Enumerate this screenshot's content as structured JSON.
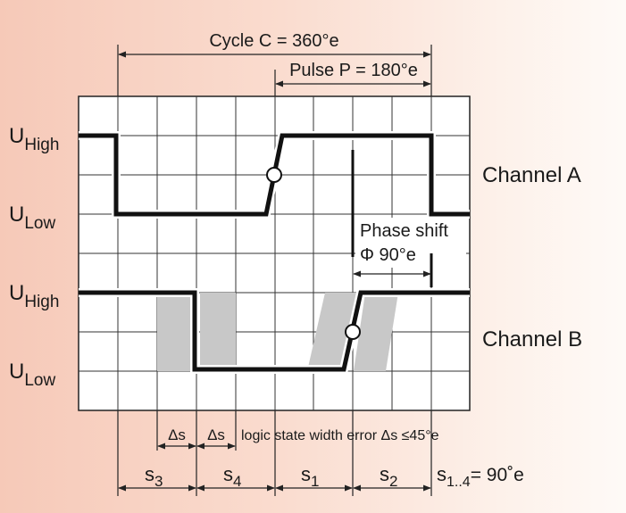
{
  "labels": {
    "cycle": "Cycle C = 360°e",
    "pulse": "Pulse P = 180°e",
    "channel_a": "Channel A",
    "channel_b": "Channel B",
    "u_high_a": "U",
    "u_high_a_sub": "High",
    "u_low_a": "U",
    "u_low_a_sub": "Low",
    "u_high_b": "U",
    "u_high_b_sub": "High",
    "u_low_b": "U",
    "u_low_b_sub": "Low",
    "phase_shift": "Phase shift",
    "phase_value": "Φ 90°e",
    "delta_s_1": "Δs",
    "delta_s_2": "Δs",
    "error_note": "logic state width error Δs ≤45°e",
    "s3_main": "s",
    "s3_sub": "3",
    "s4_main": "s",
    "s4_sub": "4",
    "s1_main": "s",
    "s1_sub": "1",
    "s2_main": "s",
    "s2_sub": "2",
    "s_range_main": "s",
    "s_range_sub": "1..4",
    "s_range_eq": "= 90˚e"
  },
  "colors": {
    "signal": "#111111",
    "tolerance_band": "#c8c8c8",
    "grid": "#333333"
  }
}
